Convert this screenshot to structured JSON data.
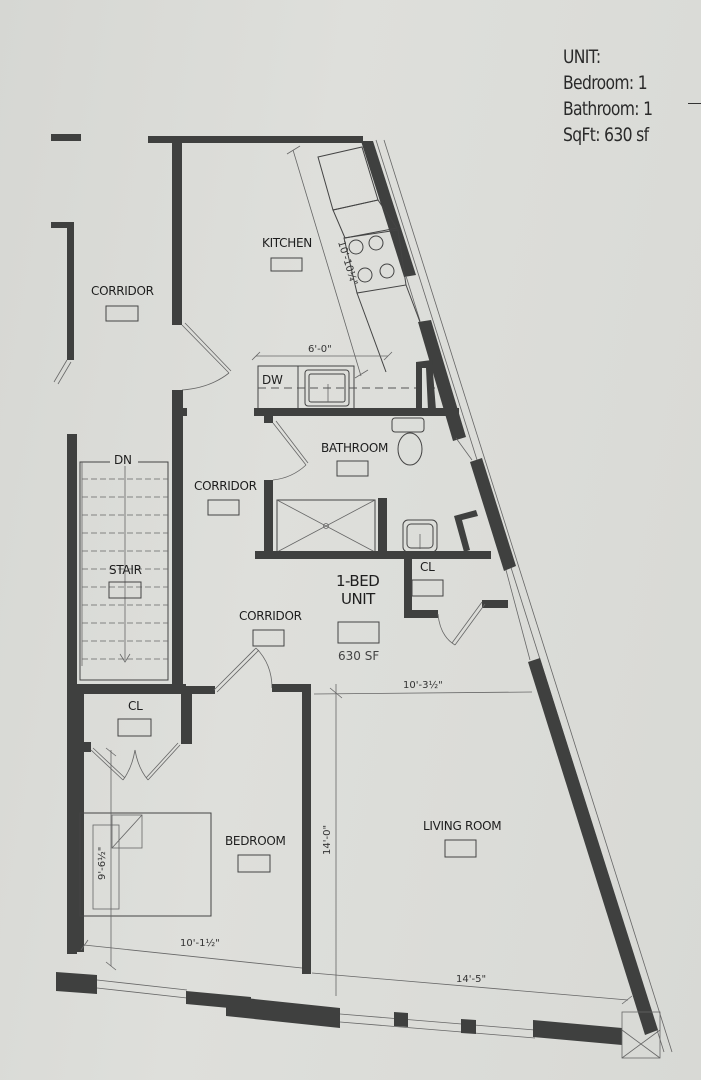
{
  "unit_summary": {
    "title": "UNIT:",
    "bedroom": "Bedroom: 1",
    "bathroom": "Bathroom: 1",
    "sqft": "SqFt: 630 sf"
  },
  "rooms": {
    "kitchen": "KITCHEN",
    "corridor_top": "CORRIDOR",
    "corridor_mid": "CORRIDOR",
    "corridor_low": "CORRIDOR",
    "bathroom": "BATHROOM",
    "stair": "STAIR",
    "stair_direction": "DN",
    "closet_right": "CL",
    "closet_left": "CL",
    "unit_name_line1": "1-BED",
    "unit_name_line2": "UNIT",
    "unit_area": "630 SF",
    "bedroom": "BEDROOM",
    "living_room": "LIVING ROOM",
    "dishwasher": "DW"
  },
  "dimensions": {
    "kitchen_length": "10'-10¼\"",
    "kitchen_counter": "6'-0\"",
    "living_width_top": "10'-3½\"",
    "living_width_bottom": "14'-5\"",
    "living_depth": "14'-0\"",
    "bedroom_width": "10'-1½\"",
    "bedroom_depth": "9'-6½\""
  }
}
